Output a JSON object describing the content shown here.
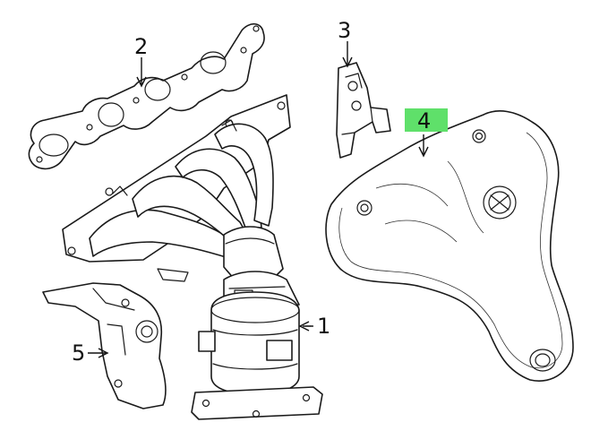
{
  "callouts": [
    {
      "id": "1",
      "label": "1"
    },
    {
      "id": "2",
      "label": "2"
    },
    {
      "id": "3",
      "label": "3"
    },
    {
      "id": "4",
      "label": "4"
    },
    {
      "id": "5",
      "label": "5"
    }
  ],
  "colors": {
    "highlight": "#5fe06a",
    "line": "#1a1a1a",
    "background": "#ffffff"
  },
  "highlighted_callout": "4"
}
